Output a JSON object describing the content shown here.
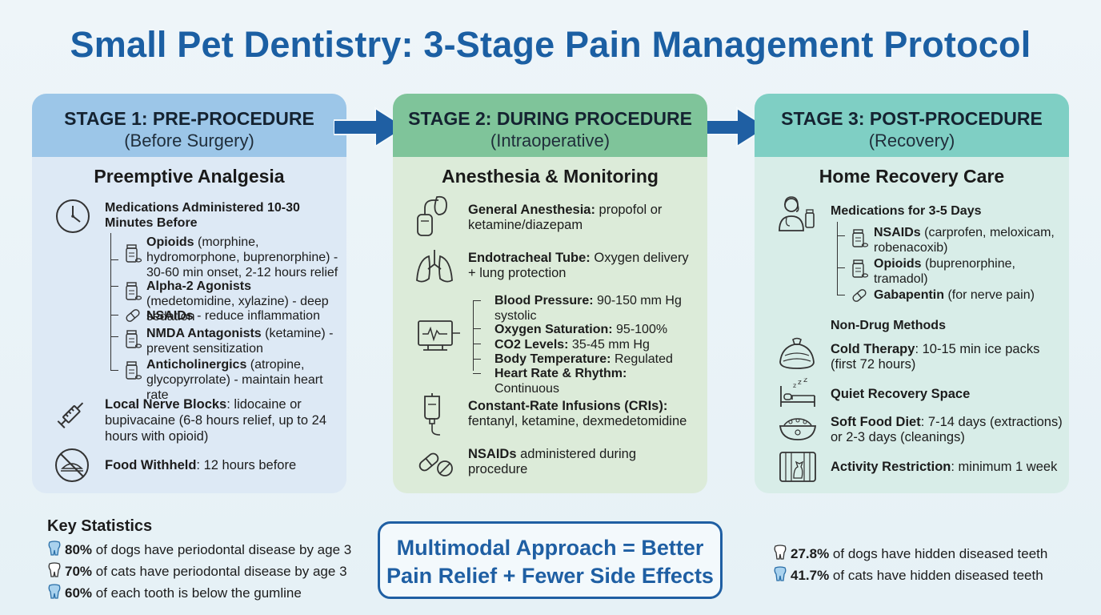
{
  "title": "Small Pet Dentistry: 3-Stage Pain Management Protocol",
  "stage1": {
    "title": "STAGE 1: PRE-PROCEDURE",
    "subtitle": "(Before Surgery)",
    "section": "Preemptive Analgesia",
    "meds_heading": "Medications Administered 10-30 Minutes Before",
    "meds": [
      {
        "name": "Opioids",
        "detail": " (morphine, hydromorphone, buprenorphine) - 30-60 min onset, 2-12 hours relief"
      },
      {
        "name": "Alpha-2 Agonists",
        "detail": " (medetomidine, xylazine) - deep sedation"
      },
      {
        "name": "NSAIDs",
        "detail": " - reduce inflammation"
      },
      {
        "name": "NMDA Antagonists",
        "detail": " (ketamine) - prevent sensitization"
      },
      {
        "name": "Anticholinergics",
        "detail": " (atropine, glycopyrrolate) - maintain heart rate"
      }
    ],
    "nerve_label": "Local Nerve Blocks",
    "nerve_detail": ": lidocaine or bupivacaine (6-8 hours relief, up to 24 hours with opioid)",
    "food_label": "Food Withheld",
    "food_detail": ": 12 hours before"
  },
  "stage2": {
    "title": "STAGE 2: DURING PROCEDURE",
    "subtitle": "(Intraoperative)",
    "section": "Anesthesia & Monitoring",
    "anesthesia_label": "General Anesthesia:",
    "anesthesia_detail": " propofol or ketamine/diazepam",
    "tube_label": "Endotracheal Tube:",
    "tube_detail": " Oxygen delivery + lung protection",
    "monitors": [
      {
        "name": "Blood Pressure:",
        "detail": " 90-150 mm Hg systolic"
      },
      {
        "name": "Oxygen Saturation:",
        "detail": " 95-100%"
      },
      {
        "name": "CO2 Levels:",
        "detail": " 35-45 mm Hg"
      },
      {
        "name": "Body Temperature:",
        "detail": " Regulated"
      },
      {
        "name": "Heart Rate & Rhythm:",
        "detail": " Continuous"
      }
    ],
    "cri_label": "Constant-Rate Infusions (CRIs):",
    "cri_detail": " fentanyl, ketamine, dexmedetomidine",
    "nsaid_label": "NSAIDs",
    "nsaid_detail": " administered during procedure"
  },
  "stage3": {
    "title": "STAGE 3: POST-PROCEDURE",
    "subtitle": "(Recovery)",
    "section": "Home Recovery Care",
    "meds_heading": "Medications for 3-5 Days",
    "meds": [
      {
        "name": "NSAIDs",
        "detail": " (carprofen, meloxicam, robenacoxib)"
      },
      {
        "name": "Opioids",
        "detail": " (buprenorphine, tramadol)"
      },
      {
        "name": "Gabapentin",
        "detail": " (for nerve pain)"
      }
    ],
    "nondrug_heading": "Non-Drug Methods",
    "cold_label": "Cold Therapy",
    "cold_detail": ": 10-15 min ice packs (first 72 hours)",
    "quiet_label": "Quiet Recovery Space",
    "food_label": "Soft Food Diet",
    "food_detail": ": 7-14 days (extractions) or 2-3 days (cleanings)",
    "activity_label": "Activity Restriction",
    "activity_detail": ": minimum 1 week"
  },
  "stats": {
    "heading": "Key Statistics",
    "left": [
      {
        "value": "80%",
        "text": " of dogs have periodontal disease by age 3"
      },
      {
        "value": "70%",
        "text": " of cats have periodontal disease by age 3"
      },
      {
        "value": "60%",
        "text": " of each tooth is below the gumline"
      }
    ],
    "right": [
      {
        "value": "27.8%",
        "text": " of dogs have hidden diseased teeth"
      },
      {
        "value": "41.7%",
        "text": " of cats have hidden diseased teeth"
      }
    ]
  },
  "callout": {
    "line1": "Multimodal Approach = Better",
    "line2": "Pain Relief + Fewer Side Effects"
  },
  "colors": {
    "title": "#1b5fa3",
    "stage1_header": "#9cc6e8",
    "stage2_header": "#7fc49a",
    "stage3_header": "#7fcfc4",
    "arrow": "#1f5fa3"
  }
}
